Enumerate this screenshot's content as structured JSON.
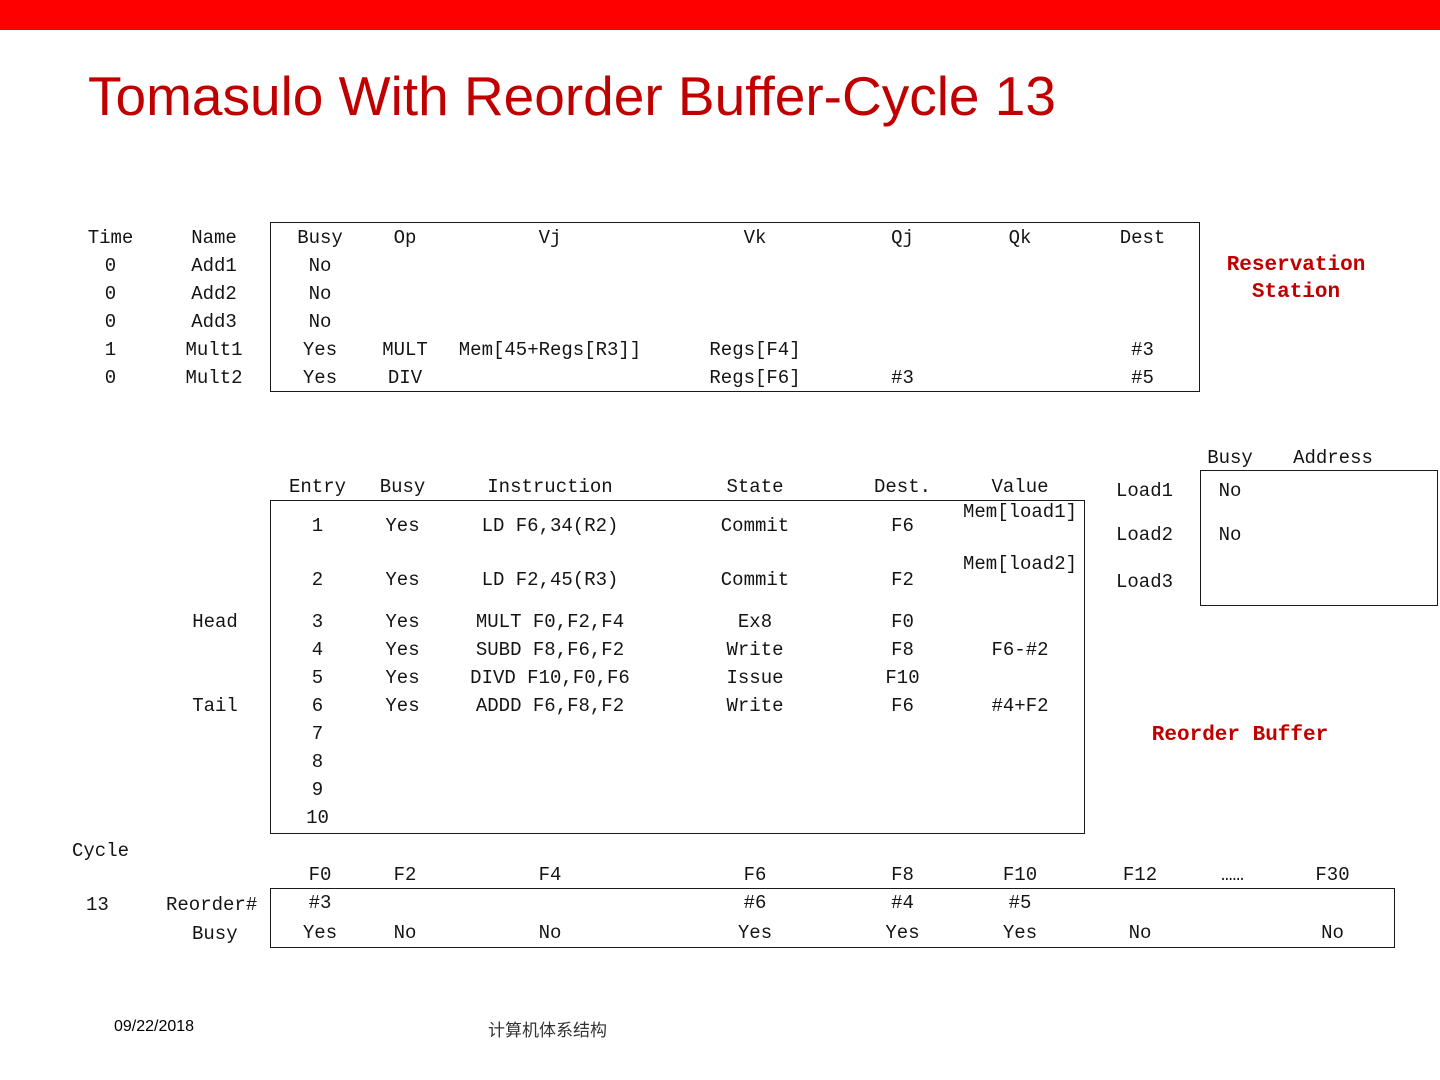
{
  "title": "Tomasulo With Reorder Buffer-Cycle 13",
  "colors": {
    "accent": "#c00000",
    "top_bar": "#ff0000"
  },
  "reservation_station": {
    "label_line1": "Reservation",
    "label_line2": "Station",
    "headers": [
      "Time",
      "Name",
      "Busy",
      "Op",
      "Vj",
      "Vk",
      "Qj",
      "Qk",
      "Dest"
    ],
    "rows": [
      {
        "time": "0",
        "name": "Add1",
        "busy": "No",
        "op": "",
        "vj": "",
        "vk": "",
        "qj": "",
        "qk": "",
        "dest": ""
      },
      {
        "time": "0",
        "name": "Add2",
        "busy": "No",
        "op": "",
        "vj": "",
        "vk": "",
        "qj": "",
        "qk": "",
        "dest": ""
      },
      {
        "time": "0",
        "name": "Add3",
        "busy": "No",
        "op": "",
        "vj": "",
        "vk": "",
        "qj": "",
        "qk": "",
        "dest": ""
      },
      {
        "time": "1",
        "name": "Mult1",
        "busy": "Yes",
        "op": "MULT",
        "vj": "Mem[45+Regs[R3]]",
        "vk": "Regs[F4]",
        "qj": "",
        "qk": "",
        "dest": "#3"
      },
      {
        "time": "0",
        "name": "Mult2",
        "busy": "Yes",
        "op": "DIV",
        "vj": "",
        "vk": "Regs[F6]",
        "qj": "#3",
        "qk": "",
        "dest": "#5"
      }
    ]
  },
  "load_buffer": {
    "headers": [
      "Busy",
      "Address"
    ],
    "rows": [
      {
        "name": "Load1",
        "busy": "No",
        "address": ""
      },
      {
        "name": "Load2",
        "busy": "No",
        "address": ""
      },
      {
        "name": "Load3",
        "busy": "",
        "address": ""
      }
    ]
  },
  "reorder_buffer": {
    "label": "Reorder Buffer",
    "headers": [
      "Entry",
      "Busy",
      "Instruction",
      "State",
      "Dest.",
      "Value"
    ],
    "rows": [
      {
        "pointer": "",
        "entry": "1",
        "busy": "Yes",
        "instruction": "LD F6,34(R2)",
        "state": "Commit",
        "dest": "F6",
        "value": "Mem[load1]"
      },
      {
        "pointer": "",
        "entry": "2",
        "busy": "Yes",
        "instruction": "LD F2,45(R3)",
        "state": "Commit",
        "dest": "F2",
        "value": "Mem[load2]"
      },
      {
        "pointer": "Head",
        "entry": "3",
        "busy": "Yes",
        "instruction": "MULT F0,F2,F4",
        "state": "Ex8",
        "dest": "F0",
        "value": ""
      },
      {
        "pointer": "",
        "entry": "4",
        "busy": "Yes",
        "instruction": "SUBD F8,F6,F2",
        "state": "Write",
        "dest": "F8",
        "value": "F6-#2"
      },
      {
        "pointer": "",
        "entry": "5",
        "busy": "Yes",
        "instruction": "DIVD F10,F0,F6",
        "state": "Issue",
        "dest": "F10",
        "value": ""
      },
      {
        "pointer": "Tail",
        "entry": "6",
        "busy": "Yes",
        "instruction": "ADDD F6,F8,F2",
        "state": "Write",
        "dest": "F6",
        "value": "#4+F2"
      },
      {
        "pointer": "",
        "entry": "7",
        "busy": "",
        "instruction": "",
        "state": "",
        "dest": "",
        "value": ""
      },
      {
        "pointer": "",
        "entry": "8",
        "busy": "",
        "instruction": "",
        "state": "",
        "dest": "",
        "value": ""
      },
      {
        "pointer": "",
        "entry": "9",
        "busy": "",
        "instruction": "",
        "state": "",
        "dest": "",
        "value": ""
      },
      {
        "pointer": "",
        "entry": "10",
        "busy": "",
        "instruction": "",
        "state": "",
        "dest": "",
        "value": ""
      }
    ]
  },
  "register_status": {
    "cycle_label": "Cycle",
    "cycle_value": "13",
    "reorder_row_label": "Reorder#",
    "busy_row_label": "Busy",
    "columns": [
      "F0",
      "F2",
      "F4",
      "F6",
      "F8",
      "F10",
      "F12",
      "……",
      "F30"
    ],
    "reorder": [
      "#3",
      "",
      "",
      "#6",
      "#4",
      "#5",
      "",
      "",
      ""
    ],
    "busy": [
      "Yes",
      "No",
      "No",
      "Yes",
      "Yes",
      "Yes",
      "No",
      "",
      "No"
    ]
  },
  "footer": {
    "date": "09/22/2018",
    "center_text": "计算机体系结构"
  }
}
